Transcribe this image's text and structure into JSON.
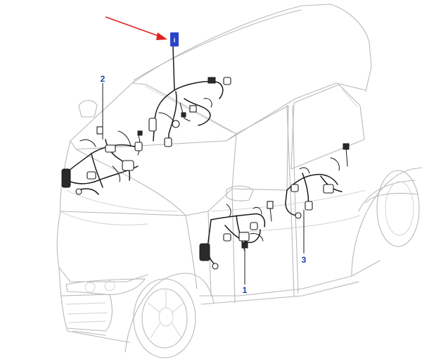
{
  "callouts": {
    "front_door": "1",
    "dashboard": "2",
    "rear_door": "3",
    "roof_badge": "i"
  },
  "colors": {
    "arrow": "#e02020",
    "callout": "#1f3fb0",
    "badge": "#2a44c8"
  }
}
